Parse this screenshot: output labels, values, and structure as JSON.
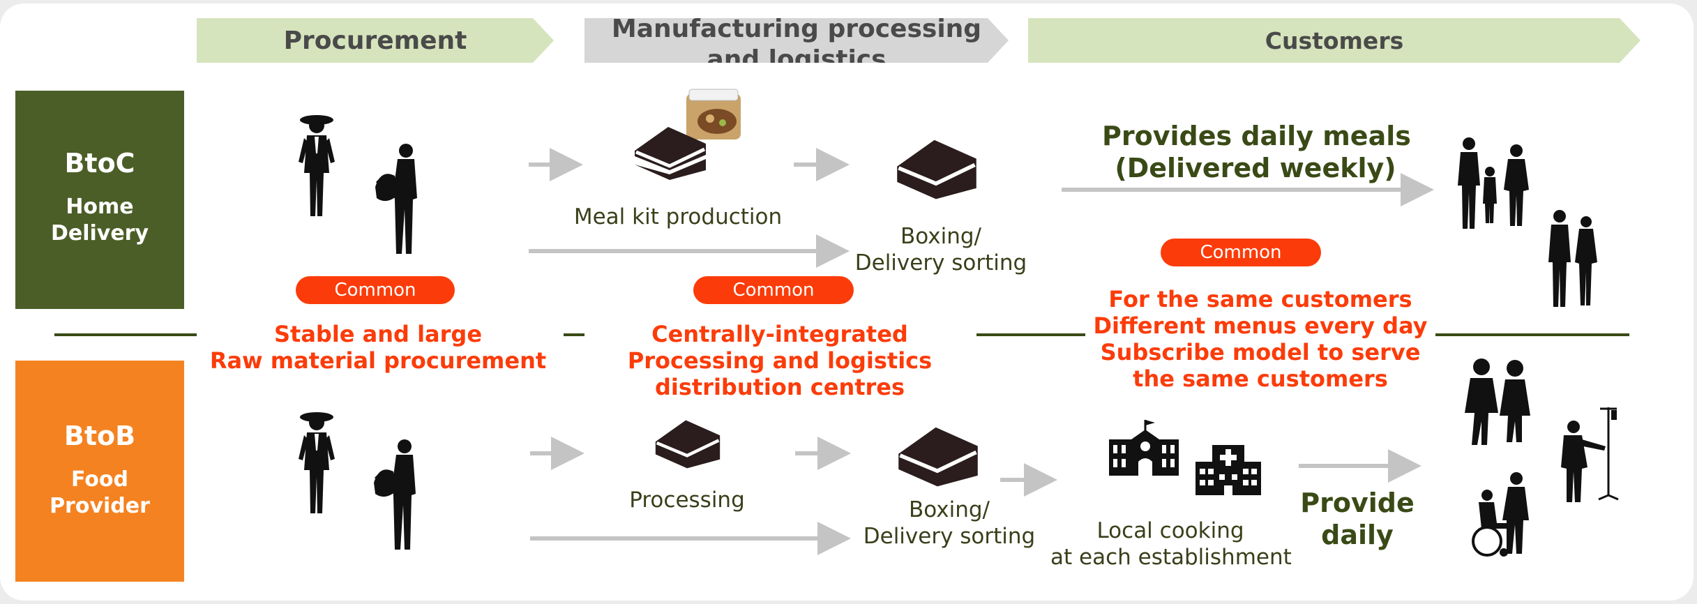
{
  "header": {
    "procurement": "Procurement",
    "manufacturing_line1": "Manufacturing processing",
    "manufacturing_line2": "and logistics",
    "customers": "Customers"
  },
  "btoc": {
    "title": "BtoC",
    "sub_line1": "Home",
    "sub_line2": "Delivery",
    "color": "#4c5e28",
    "meal_kit_label": "Meal kit production",
    "boxing_line1": "Boxing/",
    "boxing_line2": "Delivery sorting",
    "provides_line1": "Provides daily meals",
    "provides_line2": "(Delivered weekly)"
  },
  "btob": {
    "title": "BtoB",
    "sub_line1": "Food",
    "sub_line2": "Provider",
    "color": "#f58220",
    "processing_label": "Processing",
    "boxing_line1": "Boxing/",
    "boxing_line2": "Delivery sorting",
    "local_line1": "Local cooking",
    "local_line2": "at each establishment",
    "provide_line1": "Provide",
    "provide_line2": "daily"
  },
  "common": {
    "pill_label": "Common",
    "procurement_line1": "Stable and large",
    "procurement_line2": "Raw material procurement",
    "processing_line1": "Centrally-integrated",
    "processing_line2": "Processing and logistics",
    "processing_line3": "distribution centres",
    "customers_line1": "For the same customers",
    "customers_line2": "Different menus every day",
    "customers_line3": "Subscribe model to serve",
    "customers_line4": "the same customers"
  },
  "colors": {
    "accent_red": "#fb3c0a",
    "header_green": "#d6e4bd",
    "header_gray": "#d6d6d6",
    "arrow_gray": "#c4c4c4",
    "divider": "#3a4a16"
  },
  "icons": [
    "farmer-silhouette-icon",
    "harvest-worker-silhouette-icon",
    "factory-icon",
    "meal-kit-package-icon",
    "school-icon",
    "hospital-icon",
    "family-silhouette-icon",
    "couple-silhouette-icon",
    "children-silhouette-icon",
    "iv-patient-silhouette-icon",
    "wheelchair-caregiver-silhouette-icon"
  ]
}
